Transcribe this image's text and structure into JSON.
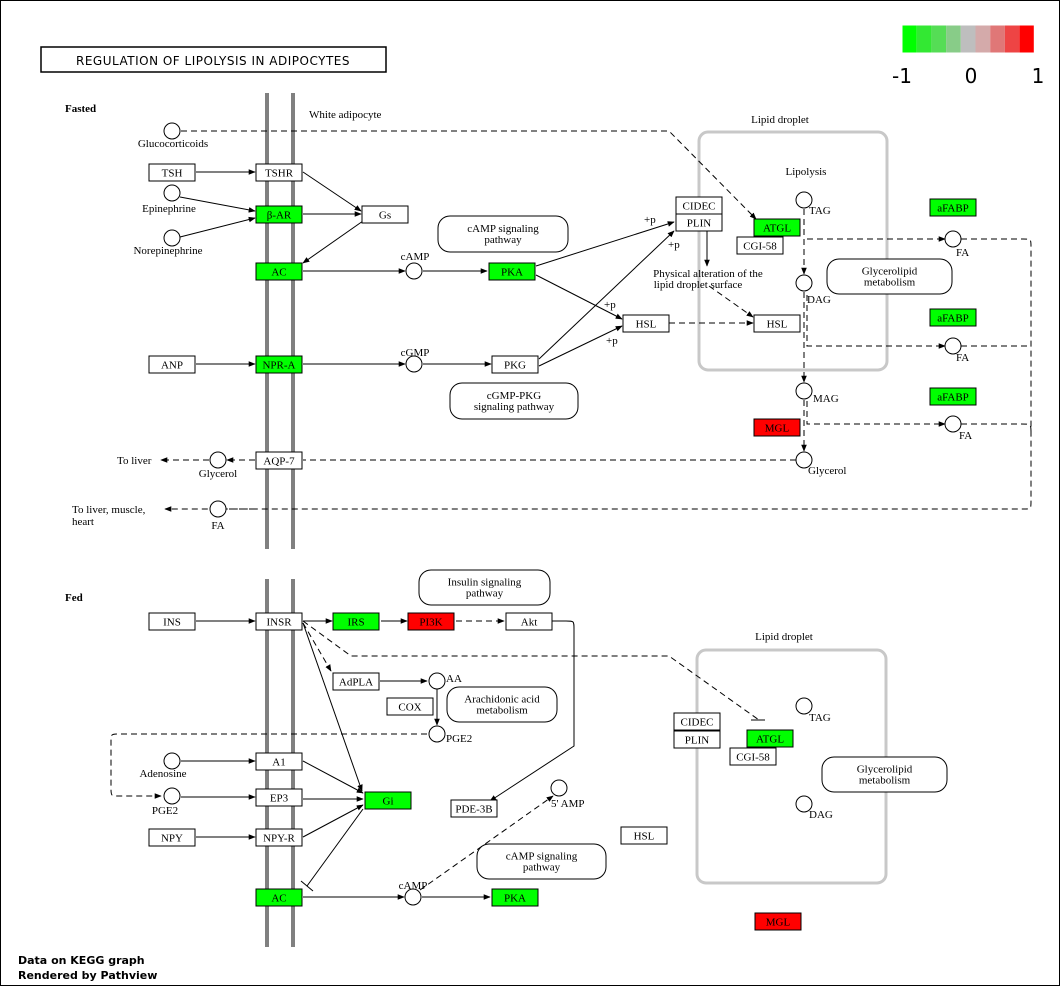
{
  "title": "REGULATION OF LIPOLYSIS IN ADIPOCYTES",
  "legend": {
    "colors": [
      "#00ff00",
      "#33e833",
      "#55dd55",
      "#88cc88",
      "#bebebe",
      "#d4aaaa",
      "#e07777",
      "#ee4444",
      "#ff0000"
    ],
    "labels": [
      "-1",
      "0",
      "1"
    ]
  },
  "sections": {
    "fasted": "Fasted",
    "fed": "Fed"
  },
  "compartments": {
    "white_adipocyte": "White adipocyte",
    "lipid_droplet_top": "Lipid droplet",
    "lipid_droplet_bottom": "Lipid droplet",
    "lipolysis": "Lipolysis"
  },
  "labels": {
    "physical_alteration_1": "Physical alteration of the",
    "physical_alteration_2": "lipid droplet surface",
    "to_liver": "To liver",
    "to_liver_muscle_1": "To liver, muscle,",
    "to_liver_muscle_2": "heart",
    "plus_p": "+p"
  },
  "genes": [
    {
      "id": "TSH",
      "label": "TSH",
      "color": "#ffffff"
    },
    {
      "id": "TSHR",
      "label": "TSHR",
      "color": "#ffffff"
    },
    {
      "id": "bAR",
      "label": "β-AR",
      "color": "#00ff00"
    },
    {
      "id": "Gs",
      "label": "Gs",
      "color": "#ffffff"
    },
    {
      "id": "AC1",
      "label": "AC",
      "color": "#00ff00"
    },
    {
      "id": "PKA1",
      "label": "PKA",
      "color": "#00ff00"
    },
    {
      "id": "ANP",
      "label": "ANP",
      "color": "#ffffff"
    },
    {
      "id": "NPRA",
      "label": "NPR-A",
      "color": "#00ff00"
    },
    {
      "id": "PKG",
      "label": "PKG",
      "color": "#ffffff"
    },
    {
      "id": "CIDEC1",
      "label": "CIDEC",
      "color": "#ffffff"
    },
    {
      "id": "PLIN1",
      "label": "PLIN",
      "color": "#ffffff"
    },
    {
      "id": "ATGL1",
      "label": "ATGL",
      "color": "#00ff00"
    },
    {
      "id": "CGI1",
      "label": "CGI-58",
      "color": "#ffffff"
    },
    {
      "id": "HSL1",
      "label": "HSL",
      "color": "#ffffff"
    },
    {
      "id": "HSL2",
      "label": "HSL",
      "color": "#ffffff"
    },
    {
      "id": "MGL1",
      "label": "MGL",
      "color": "#ff0000"
    },
    {
      "id": "AQP7",
      "label": "AQP-7",
      "color": "#ffffff"
    },
    {
      "id": "aFABP1",
      "label": "aFABP",
      "color": "#00ff00"
    },
    {
      "id": "aFABP2",
      "label": "aFABP",
      "color": "#00ff00"
    },
    {
      "id": "aFABP3",
      "label": "aFABP",
      "color": "#00ff00"
    },
    {
      "id": "INS",
      "label": "INS",
      "color": "#ffffff"
    },
    {
      "id": "INSR",
      "label": "INSR",
      "color": "#ffffff"
    },
    {
      "id": "IRS",
      "label": "IRS",
      "color": "#00ff00"
    },
    {
      "id": "PI3K",
      "label": "PI3K",
      "color": "#ff0000"
    },
    {
      "id": "Akt",
      "label": "Akt",
      "color": "#ffffff"
    },
    {
      "id": "AdPLA",
      "label": "AdPLA",
      "color": "#ffffff"
    },
    {
      "id": "COX",
      "label": "COX",
      "color": "#ffffff"
    },
    {
      "id": "A1",
      "label": "A1",
      "color": "#ffffff"
    },
    {
      "id": "EP3",
      "label": "EP3",
      "color": "#ffffff"
    },
    {
      "id": "NPY",
      "label": "NPY",
      "color": "#ffffff"
    },
    {
      "id": "NPYR",
      "label": "NPY-R",
      "color": "#ffffff"
    },
    {
      "id": "Gi",
      "label": "Gi",
      "color": "#00ff00"
    },
    {
      "id": "AC2",
      "label": "AC",
      "color": "#00ff00"
    },
    {
      "id": "PKA2",
      "label": "PKA",
      "color": "#00ff00"
    },
    {
      "id": "PDE3B",
      "label": "PDE-3B",
      "color": "#ffffff"
    },
    {
      "id": "HSL3",
      "label": "HSL",
      "color": "#ffffff"
    },
    {
      "id": "CIDEC2",
      "label": "CIDEC",
      "color": "#ffffff"
    },
    {
      "id": "PLIN2",
      "label": "PLIN",
      "color": "#ffffff"
    },
    {
      "id": "ATGL2",
      "label": "ATGL",
      "color": "#00ff00"
    },
    {
      "id": "CGI2",
      "label": "CGI-58",
      "color": "#ffffff"
    },
    {
      "id": "MGL2",
      "label": "MGL",
      "color": "#ff0000"
    }
  ],
  "compounds": [
    {
      "id": "glucocorticoids",
      "label": "Glucocorticoids"
    },
    {
      "id": "epinephrine",
      "label": "Epinephrine"
    },
    {
      "id": "norepinephrine",
      "label": "Norepinephrine"
    },
    {
      "id": "camp1",
      "label": "cAMP"
    },
    {
      "id": "cgmp",
      "label": "cGMP"
    },
    {
      "id": "tag1",
      "label": "TAG"
    },
    {
      "id": "dag1",
      "label": "DAG"
    },
    {
      "id": "mag",
      "label": "MAG"
    },
    {
      "id": "glycerol_in",
      "label": "Glycerol"
    },
    {
      "id": "glycerol_out",
      "label": "Glycerol"
    },
    {
      "id": "fa_out",
      "label": "FA"
    },
    {
      "id": "fa1",
      "label": "FA"
    },
    {
      "id": "fa2",
      "label": "FA"
    },
    {
      "id": "fa3",
      "label": "FA"
    },
    {
      "id": "aa",
      "label": "AA"
    },
    {
      "id": "pge2_1",
      "label": "PGE2"
    },
    {
      "id": "adenosine",
      "label": "Adenosine"
    },
    {
      "id": "pge2_2",
      "label": "PGE2"
    },
    {
      "id": "camp2",
      "label": "cAMP"
    },
    {
      "id": "amp5",
      "label": "5' AMP"
    },
    {
      "id": "tag2",
      "label": "TAG"
    },
    {
      "id": "dag2",
      "label": "DAG"
    }
  ],
  "pathways": [
    {
      "id": "camp_sig1",
      "lines": [
        "cAMP signaling",
        "pathway"
      ]
    },
    {
      "id": "glycerolipid1",
      "lines": [
        "Glycerolipid",
        "metabolism"
      ]
    },
    {
      "id": "cgmp_pkg",
      "lines": [
        "cGMP-PKG",
        "signaling pathway"
      ]
    },
    {
      "id": "insulin",
      "lines": [
        "Insulin signaling",
        "pathway"
      ]
    },
    {
      "id": "arachidonic",
      "lines": [
        "Arachidonic acid",
        "metabolism"
      ]
    },
    {
      "id": "camp_sig2",
      "lines": [
        "cAMP signaling",
        "pathway"
      ]
    },
    {
      "id": "glycerolipid2",
      "lines": [
        "Glycerolipid",
        "metabolism"
      ]
    }
  ],
  "footer": [
    "Data on KEGG graph",
    "Rendered by Pathview"
  ]
}
